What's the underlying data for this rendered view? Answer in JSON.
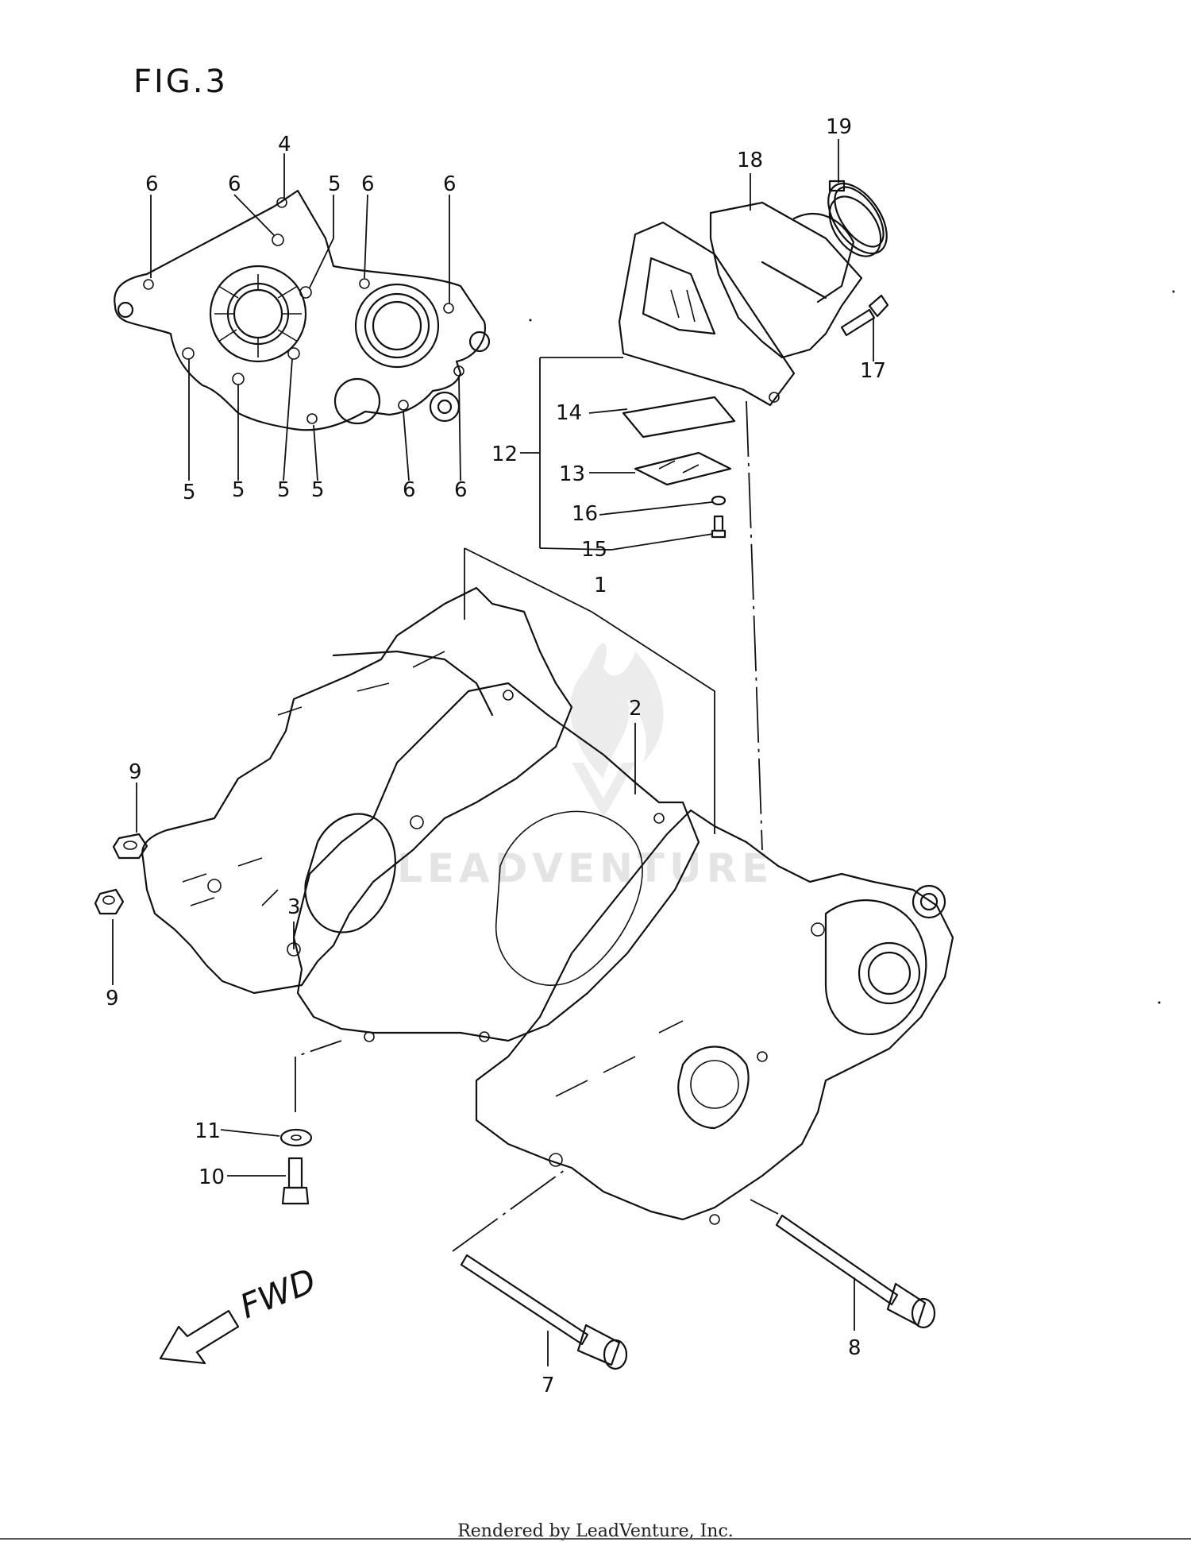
{
  "figure": {
    "title": "FIG.3",
    "direction_label": "FWD"
  },
  "callouts": [
    {
      "id": "c1",
      "text": "1"
    },
    {
      "id": "c2",
      "text": "2"
    },
    {
      "id": "c3",
      "text": "3"
    },
    {
      "id": "c4",
      "text": "4"
    },
    {
      "id": "c5a",
      "text": "5"
    },
    {
      "id": "c5b",
      "text": "5"
    },
    {
      "id": "c5c",
      "text": "5"
    },
    {
      "id": "c5d",
      "text": "5"
    },
    {
      "id": "c5e",
      "text": "5"
    },
    {
      "id": "c6a",
      "text": "6"
    },
    {
      "id": "c6b",
      "text": "6"
    },
    {
      "id": "c6c",
      "text": "6"
    },
    {
      "id": "c6d",
      "text": "6"
    },
    {
      "id": "c6e",
      "text": "6"
    },
    {
      "id": "c6f",
      "text": "6"
    },
    {
      "id": "c7",
      "text": "7"
    },
    {
      "id": "c8",
      "text": "8"
    },
    {
      "id": "c9a",
      "text": "9"
    },
    {
      "id": "c9b",
      "text": "9"
    },
    {
      "id": "c10",
      "text": "10"
    },
    {
      "id": "c11",
      "text": "11"
    },
    {
      "id": "c12",
      "text": "12"
    },
    {
      "id": "c13",
      "text": "13"
    },
    {
      "id": "c14",
      "text": "14"
    },
    {
      "id": "c15",
      "text": "15"
    },
    {
      "id": "c16",
      "text": "16"
    },
    {
      "id": "c17",
      "text": "17"
    },
    {
      "id": "c18",
      "text": "18"
    },
    {
      "id": "c19",
      "text": "19"
    }
  ],
  "watermark": {
    "text": "LEADVENTURE"
  },
  "footer": {
    "text": "Rendered by LeadVenture, Inc."
  }
}
